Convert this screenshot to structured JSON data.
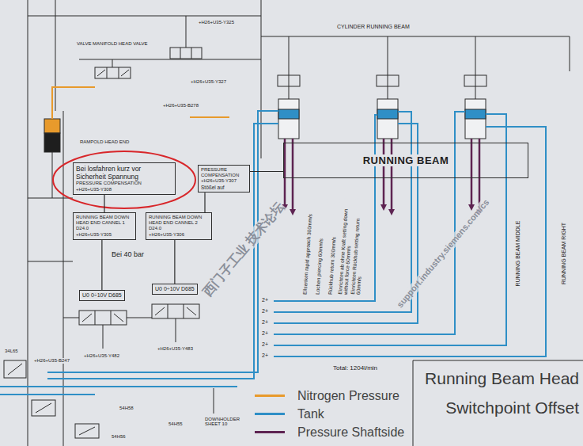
{
  "diagram": {
    "title": "Running Beam Head Switchpoint Offset",
    "nodes": [
      {
        "text": [
          "Bei losfahren kurz vor Sicherheit Spannung",
          "PRESSURE COMPENSATION",
          "+H26+U35-Y308"
        ]
      },
      {
        "text": [
          "PRESSURE COMPENSATION",
          "+H26+U35-Y307",
          "Stößel auf"
        ]
      },
      {
        "text": [
          "RUNNING BEAM DOWN HEAD END CANNEL 1 D24.0",
          "+H26+U35-Y305"
        ]
      },
      {
        "text": [
          "RUNNING BEAM DOWN HEAD END CANNEL 2 D24.0",
          "+H26+U35-Y306"
        ]
      },
      {
        "text": [
          "U0 0÷10V D685"
        ]
      },
      {
        "text": [
          "U0 0÷10V D685"
        ]
      },
      {
        "text": [
          "RUNNING BEAM"
        ]
      }
    ],
    "edges": [
      {
        "from": 2,
        "to": 0,
        "arrow": "none"
      },
      {
        "from": 3,
        "to": 1,
        "arrow": "none"
      },
      {
        "from": 4,
        "to": 2,
        "arrow": "none"
      },
      {
        "from": 5,
        "to": 3,
        "arrow": "none"
      },
      {
        "from": 1,
        "to": 6,
        "arrow": "none"
      }
    ],
    "labels": [
      "CYLINDER RUNNING BEAM",
      "VALVE MANIFOLD HEAD VALVE",
      "+H26+U35-Y325",
      "+H26+U35-Y327",
      "+H26+U35-B278",
      "RAMPOLD HEAD END",
      "Bei 40 bar",
      "+H26+U35-Y482",
      "+H26+U35-Y483",
      "+H26+U35-B247",
      "34L65",
      "54H58",
      "54H55",
      "54H56",
      "DOWNHOLDER SHEET 10",
      "Total: 1204l/min",
      "Eilsenken rapid approach 300mm/s",
      "Lochen piercing 60mm/s",
      "Rückhub return 300mm/s",
      "Einrichten ab ohne Kraft setting down without force 60mm/s",
      "Einrichten Rückhub setting return 60mm/s",
      "2+",
      "2+",
      "2+",
      "2+",
      "2+",
      "2+",
      "RUNNING BEAM MIDDLE",
      "RUNNING BEAM RIGHT",
      "西门子工业 技术论坛",
      "support.industry.siemens.com/cs"
    ],
    "legend": [
      {
        "text": "Nitrogen Pressure",
        "color": "#e89a2c"
      },
      {
        "text": "Tank",
        "color": "#2f8fc6"
      },
      {
        "text": "Pressure Shaftside",
        "color": "#5e2452"
      }
    ]
  }
}
